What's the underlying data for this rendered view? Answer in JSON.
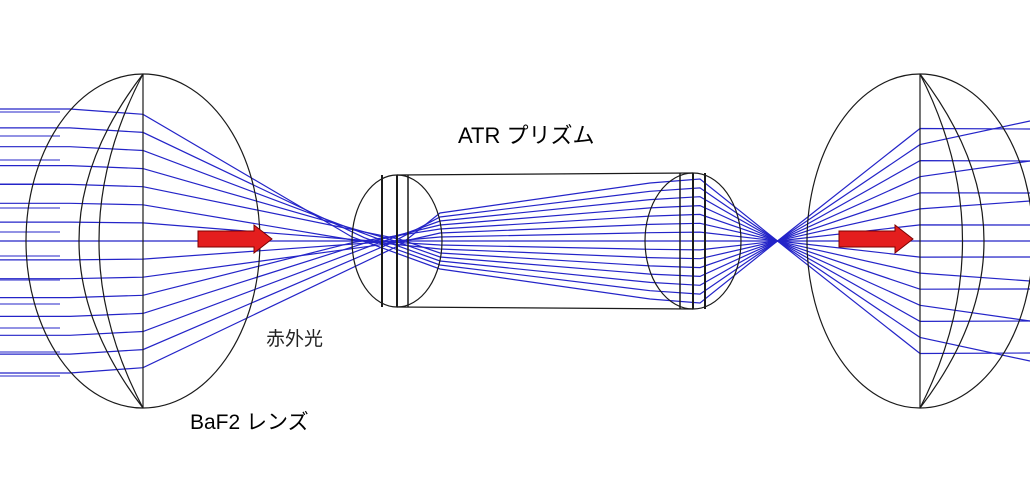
{
  "labels": {
    "prism": "ATR プリズム",
    "infrared": "赤外光",
    "lens": "BaF2 レンズ"
  },
  "colors": {
    "ray": "#2424c8",
    "outline": "#1a1a1a",
    "arrow_fill": "#e41e1e",
    "arrow_stroke": "#7a0000",
    "background": "#ffffff"
  },
  "components": [
    {
      "name": "left-lens",
      "label_key": "lens"
    },
    {
      "name": "atr-prism",
      "label_key": "prism"
    },
    {
      "name": "right-lens"
    }
  ],
  "arrows": [
    {
      "name": "input-beam-arrow",
      "direction": "right"
    },
    {
      "name": "output-beam-arrow",
      "direction": "right"
    }
  ]
}
